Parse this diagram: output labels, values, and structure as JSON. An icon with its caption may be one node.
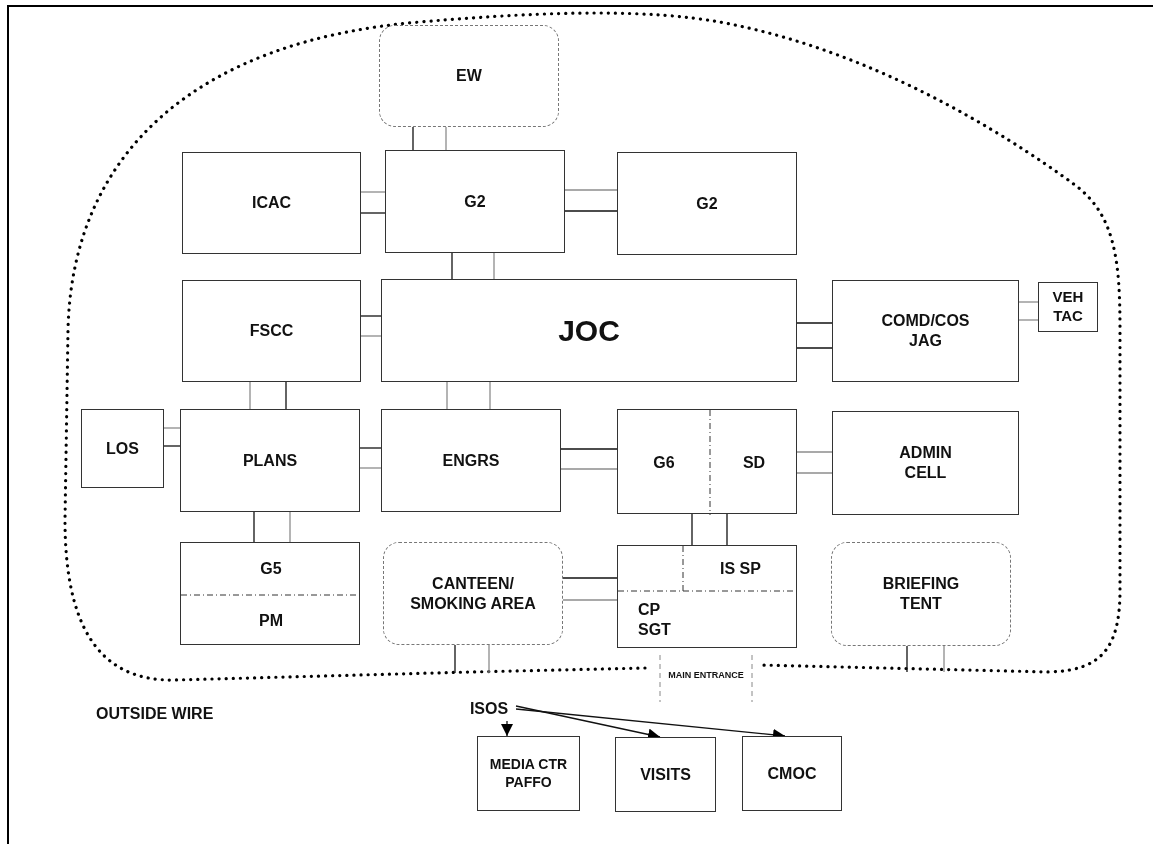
{
  "diagram": {
    "nodes": [
      {
        "text": [
          "EW"
        ]
      },
      {
        "text": [
          "ICAC"
        ]
      },
      {
        "text": [
          "G2"
        ]
      },
      {
        "text": [
          "G2"
        ]
      },
      {
        "text": [
          "FSCC"
        ]
      },
      {
        "text": [
          "JOC"
        ]
      },
      {
        "text": [
          "COMD/COS JAG"
        ]
      },
      {
        "text": [
          "VEH TAC"
        ]
      },
      {
        "text": [
          "LOS"
        ]
      },
      {
        "text": [
          "PLANS"
        ]
      },
      {
        "text": [
          "ENGRS"
        ]
      },
      {
        "text": [
          "G6",
          "SD"
        ]
      },
      {
        "text": [
          "ADMIN CELL"
        ]
      },
      {
        "text": [
          "G5",
          "PM"
        ]
      },
      {
        "text": [
          "CANTEEN/ SMOKING AREA"
        ]
      },
      {
        "text": [
          "IS SP",
          "CP SGT"
        ]
      },
      {
        "text": [
          "BRIEFING TENT"
        ]
      },
      {
        "text": [
          "ISOS"
        ]
      },
      {
        "text": [
          "MEDIA CTR PAFFO"
        ]
      },
      {
        "text": [
          "VISITS"
        ]
      },
      {
        "text": [
          "CMOC"
        ]
      }
    ],
    "edges": [
      {
        "from": 0,
        "to": 2,
        "arrow": "none"
      },
      {
        "from": 0,
        "to": 2,
        "arrow": "none",
        "color": "#8c8c8c"
      },
      {
        "from": 1,
        "to": 2,
        "arrow": "none",
        "color": "#8c8c8c"
      },
      {
        "from": 1,
        "to": 2,
        "arrow": "none"
      },
      {
        "from": 2,
        "to": 3,
        "arrow": "none",
        "color": "#8c8c8c"
      },
      {
        "from": 2,
        "to": 3,
        "arrow": "none"
      },
      {
        "from": 2,
        "to": 5,
        "arrow": "none"
      },
      {
        "from": 2,
        "to": 5,
        "arrow": "none",
        "color": "#8c8c8c"
      },
      {
        "from": 4,
        "to": 5,
        "arrow": "none"
      },
      {
        "from": 4,
        "to": 5,
        "arrow": "none",
        "color": "#8c8c8c"
      },
      {
        "from": 5,
        "to": 6,
        "arrow": "none"
      },
      {
        "from": 5,
        "to": 6,
        "arrow": "none"
      },
      {
        "from": 6,
        "to": 7,
        "arrow": "none",
        "color": "#8c8c8c"
      },
      {
        "from": 6,
        "to": 7,
        "arrow": "none",
        "color": "#8c8c8c"
      },
      {
        "from": 4,
        "to": 9,
        "arrow": "none",
        "color": "#8c8c8c"
      },
      {
        "from": 4,
        "to": 9,
        "arrow": "none"
      },
      {
        "from": 5,
        "to": 10,
        "arrow": "none",
        "color": "#8c8c8c"
      },
      {
        "from": 5,
        "to": 10,
        "arrow": "none",
        "color": "#8c8c8c"
      },
      {
        "from": 8,
        "to": 9,
        "arrow": "none",
        "color": "#8c8c8c"
      },
      {
        "from": 8,
        "to": 9,
        "arrow": "none"
      },
      {
        "from": 9,
        "to": 10,
        "arrow": "none"
      },
      {
        "from": 9,
        "to": 10,
        "arrow": "none",
        "color": "#8c8c8c"
      },
      {
        "from": 10,
        "to": 11,
        "arrow": "none"
      },
      {
        "from": 10,
        "to": 11,
        "arrow": "none",
        "color": "#8c8c8c"
      },
      {
        "from": 11,
        "to": 12,
        "arrow": "none",
        "color": "#8c8c8c"
      },
      {
        "from": 11,
        "to": 12,
        "arrow": "none",
        "color": "#8c8c8c"
      },
      {
        "from": 9,
        "to": 13,
        "arrow": "none"
      },
      {
        "from": 9,
        "to": 13,
        "arrow": "none",
        "color": "#8c8c8c"
      },
      {
        "from": 11,
        "to": 15,
        "arrow": "none"
      },
      {
        "from": 11,
        "to": 15,
        "arrow": "none"
      },
      {
        "from": 14,
        "to": 15,
        "arrow": "none"
      },
      {
        "from": 14,
        "to": 15,
        "arrow": "none",
        "color": "#8c8c8c"
      },
      {
        "from": 14,
        "to": null,
        "arrow": "none"
      },
      {
        "from": 14,
        "to": null,
        "arrow": "none",
        "color": "#8c8c8c"
      },
      {
        "from": 16,
        "to": null,
        "arrow": "none"
      },
      {
        "from": 16,
        "to": null,
        "arrow": "none",
        "color": "#8c8c8c"
      },
      {
        "from": 17,
        "to": 18,
        "arrow": "to"
      },
      {
        "from": 17,
        "to": 19,
        "arrow": "to"
      },
      {
        "from": 17,
        "to": 20,
        "arrow": "to"
      }
    ],
    "labels": [
      "MAIN ENTRANCE",
      "OUTSIDE WIRE"
    ]
  }
}
